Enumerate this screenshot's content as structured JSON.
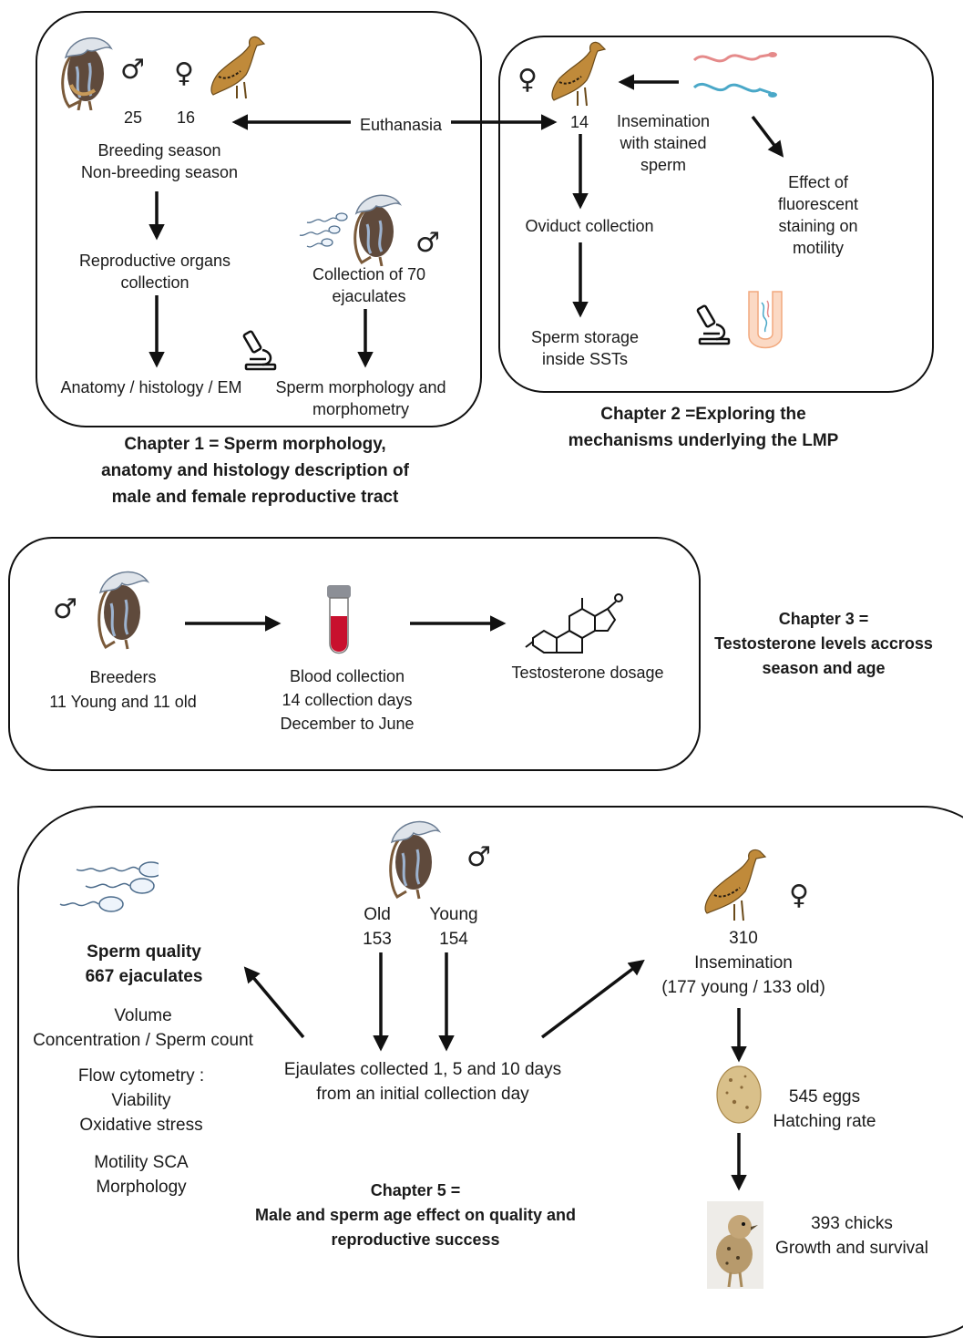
{
  "chapter1": {
    "male_count": "25",
    "female_count": "16",
    "seasons": [
      "Breeding season",
      "Non-breeding season"
    ],
    "euthanasia": "Euthanasia",
    "organs": [
      "Reproductive organs",
      "collection"
    ],
    "ejaculates": [
      "Collection of 70",
      "ejaculates"
    ],
    "anatomy": "Anatomy / histology / EM",
    "sperm_morph": [
      "Sperm morphology and",
      "morphometry"
    ],
    "title": [
      "Chapter 1 = Sperm morphology,",
      "anatomy and histology description of",
      "male and female reproductive tract"
    ]
  },
  "chapter2": {
    "female_count": "14",
    "insemination": [
      "Insemination",
      "with stained",
      "sperm"
    ],
    "effect": [
      "Effect of",
      "fluorescent",
      "staining on",
      "motility"
    ],
    "oviduct": "Oviduct collection",
    "storage": [
      "Sperm storage",
      "inside SSTs"
    ],
    "title": [
      "Chapter 2 =Exploring the",
      "mechanisms underlying the LMP"
    ]
  },
  "chapter3": {
    "breeders": [
      "Breeders",
      "11 Young and 11 old"
    ],
    "blood": [
      "Blood collection",
      "14 collection days",
      "December to June"
    ],
    "testosterone": "Testosterone dosage",
    "title": [
      "Chapter 3 =",
      "Testosterone levels accross",
      "season and age"
    ]
  },
  "chapter5": {
    "old": [
      "Old",
      "153"
    ],
    "young": [
      "Young",
      "154"
    ],
    "quality": [
      "Sperm quality",
      "667 ejaculates"
    ],
    "volume": [
      "Volume",
      "Concentration / Sperm count"
    ],
    "flow": [
      "Flow cytometry :",
      "Viability",
      "Oxidative stress"
    ],
    "motility": [
      "Motility SCA",
      "Morphology"
    ],
    "ejaculates": [
      "Ejaulates collected 1, 5 and 10 days",
      "from an initial collection day"
    ],
    "insemination": [
      "310",
      "Insemination",
      "(177 young / 133 old)"
    ],
    "eggs": [
      "545 eggs",
      "Hatching rate"
    ],
    "chicks": [
      "393 chicks",
      "Growth and survival"
    ],
    "title": [
      "Chapter 5 =",
      "Male and sperm age effect on quality and",
      "reproductive success"
    ]
  },
  "symbols": {
    "male": "♂",
    "female": "♀"
  },
  "icons": [
    "houbara-male-icon",
    "houbara-female-icon",
    "microscope-icon",
    "sperm-icon",
    "blood-tube-icon",
    "steroid-molecule-icon",
    "oviduct-icon",
    "egg-icon",
    "chick-icon"
  ],
  "colors": {
    "line": "#111111",
    "blood": "#c8102e",
    "sperm_pink": "#e58a8a",
    "sperm_blue": "#4aa8c8",
    "bird_brown": "#b27a2e"
  }
}
